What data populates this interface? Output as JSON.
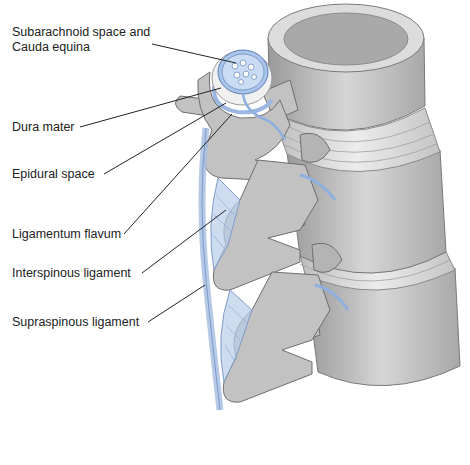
{
  "diagram": {
    "labels": [
      "Subarachnoid space and Cauda equina",
      "Dura mater",
      "Epidural space",
      "Ligamentum flavum",
      "Interspinous ligament",
      "Supraspinous ligament"
    ]
  }
}
